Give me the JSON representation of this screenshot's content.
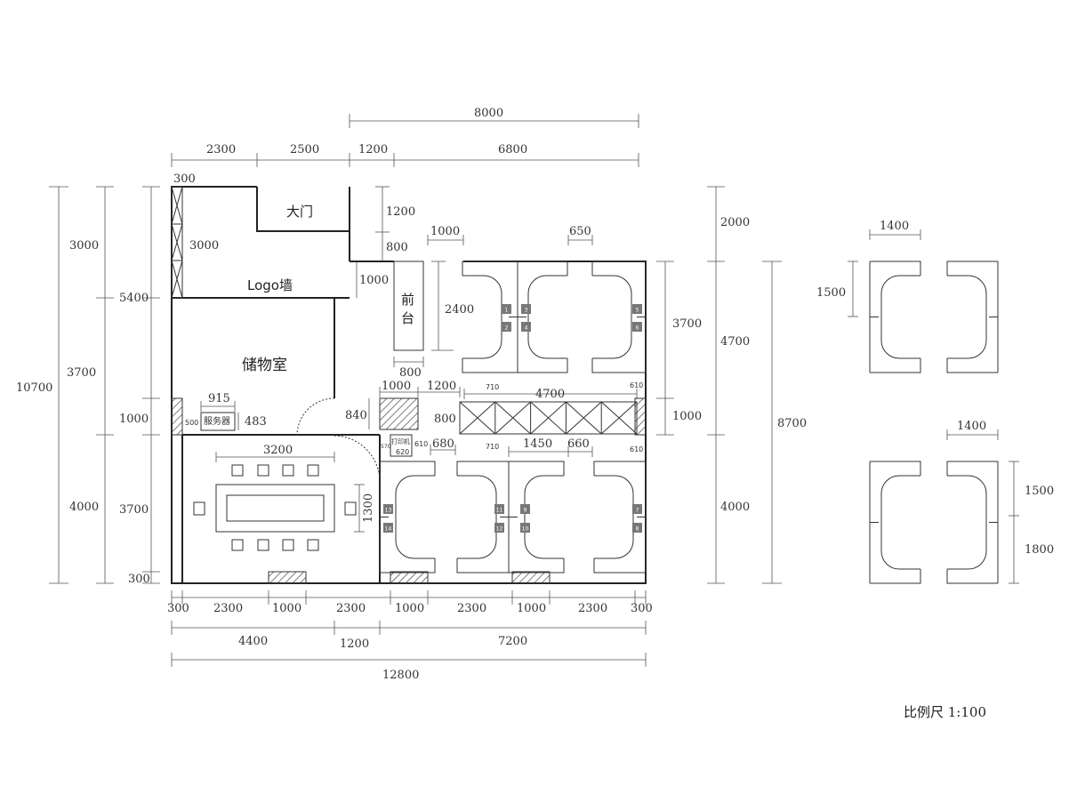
{
  "labels": {
    "main_door": "大门",
    "logo_wall": "Logo墙",
    "reception_line1": "前",
    "reception_line2": "台",
    "storage": "储物室",
    "server": "服务器",
    "printer": "打印机",
    "scale": "比例尺 1:100"
  },
  "dims": {
    "top_8000": "8000",
    "top_2300": "2300",
    "top_2500": "2500",
    "top_1200": "1200",
    "top_6800": "6800",
    "wall_300": "300",
    "door_1200": "1200",
    "storage_3000": "3000",
    "door_800": "800",
    "logo_1000": "1000",
    "desk_1000": "1000",
    "desk_650": "650",
    "rec_2400": "2400",
    "rec_800": "800",
    "r_2000": "2000",
    "r_3700": "3700",
    "r_4700": "4700",
    "r_1000": "1000",
    "r_8700": "8700",
    "r_4000": "4000",
    "l_10700": "10700",
    "l_3000": "3000",
    "l_5400": "5400",
    "l_3700a": "3700",
    "l_1000": "1000",
    "l_4000": "4000",
    "l_3700b": "3700",
    "l_300": "300",
    "s_915": "915",
    "s_500": "500",
    "s_483": "483",
    "m_3200": "3200",
    "m_1300": "1300",
    "c_1000": "1000",
    "c_1200": "1200",
    "c_840": "840",
    "c_800": "800",
    "c_4700": "4700",
    "c_710a": "710",
    "c_610a": "610",
    "c_710b": "710",
    "c_610b": "610",
    "c_610c": "610",
    "c_620": "620",
    "c_570": "570",
    "c_680": "680",
    "c_1450": "1450",
    "c_660": "660",
    "b_300a": "300",
    "b_2300a": "2300",
    "b_1000a": "1000",
    "b_2300b": "2300",
    "b_1000b": "1000",
    "b_2300c": "2300",
    "b_1000c": "1000",
    "b_2300d": "2300",
    "b_300b": "300",
    "b_4400": "4400",
    "b_1200": "1200",
    "b_7200": "7200",
    "b_12800": "12800",
    "d1_1400": "1400",
    "d1_1500": "1500",
    "d2_1400": "1400",
    "d2_1500": "1500",
    "d2_1800": "1800"
  },
  "desk_numbers": [
    "1",
    "2",
    "3",
    "4",
    "5",
    "6",
    "7",
    "8",
    "9",
    "10",
    "11",
    "12",
    "13",
    "14"
  ]
}
